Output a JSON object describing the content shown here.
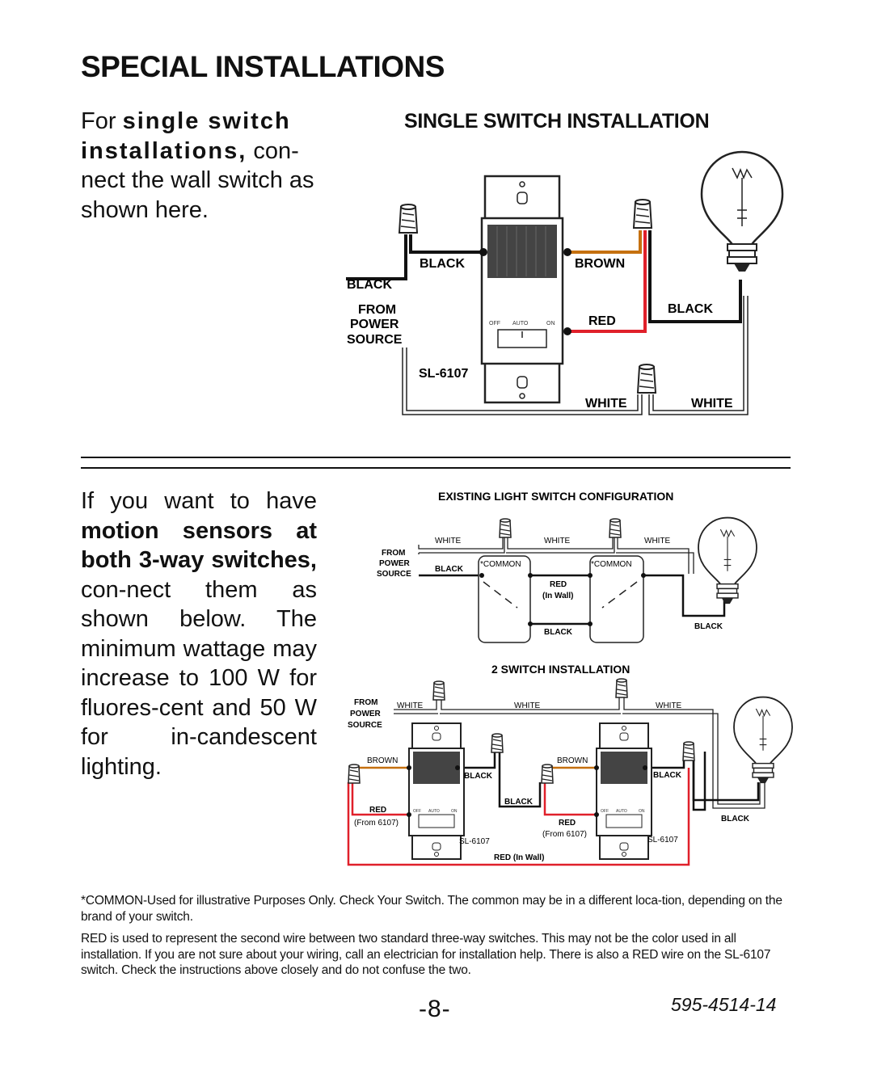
{
  "page": {
    "title": "SPECIAL INSTALLATIONS",
    "intro_single": {
      "pre": "For ",
      "bold": "single switch installations,",
      "post": " con-nect the wall switch as shown here."
    },
    "intro_three_way": {
      "pre": "If you want to have ",
      "bold": "motion sensors at both 3-way switches,",
      "post": " con-nect them as shown below. The minimum wattage may increase to 100 W for fluores-cent and 50 W for in-candescent lighting."
    },
    "note_common": "*COMMON-Used for illustrative Purposes Only. Check Your Switch. The common may be in a different loca-tion, depending on the brand of your switch.",
    "note_red": "RED is used to represent the second wire between two standard three-way switches. This may not be the color used in all installation. If you are not sure about your wiring, call an electrician for installation help. There is also a RED wire on the SL-6107 switch. Check the instructions above closely and do not confuse the two.",
    "page_number": "-8-",
    "doc_number": "595-4514-14"
  },
  "single_diagram": {
    "heading": "SINGLE SWITCH INSTALLATION",
    "black_top": "BLACK",
    "brown": "BROWN",
    "black_left": "BLACK",
    "from": "FROM",
    "power": "POWER",
    "source": "SOURCE",
    "red": "RED",
    "black_right": "BLACK",
    "model": "SL-6107",
    "white_1": "WHITE",
    "white_2": "WHITE",
    "switch_off": "OFF",
    "switch_auto": "AUTO",
    "switch_on": "ON"
  },
  "existing_diagram": {
    "heading": "EXISTING LIGHT SWITCH CONFIGURATION",
    "white_1": "WHITE",
    "white_2": "WHITE",
    "white_3": "WHITE",
    "from": "FROM",
    "power": "POWER",
    "source": "SOURCE",
    "black_in": "BLACK",
    "common_1": "*COMMON",
    "common_2": "*COMMON",
    "red": "RED",
    "in_wall": "(In Wall)",
    "black_mid": "BLACK",
    "black_lamp": "BLACK"
  },
  "two_switch_diagram": {
    "heading": "2 SWITCH INSTALLATION",
    "from": "FROM",
    "power": "POWER",
    "source": "SOURCE",
    "white_1": "WHITE",
    "white_2": "WHITE",
    "white_3": "WHITE",
    "brown_1": "BROWN",
    "brown_2": "BROWN",
    "black_1": "BLACK",
    "black_2": "BLACK",
    "black_3": "BLACK",
    "black_lamp": "BLACK",
    "red_1": "RED",
    "from6107_1": "(From 6107)",
    "red_2": "RED",
    "from6107_2": "(From 6107)",
    "model_1": "SL-6107",
    "model_2": "SL-6107",
    "red_in_wall": "RED (In Wall)",
    "switch_off": "OFF",
    "switch_auto": "AUTO",
    "switch_on": "ON"
  },
  "colors": {
    "wire_black": "#111111",
    "wire_red": "#e0202a",
    "wire_brown": "#c5700f",
    "wire_white": "#ffffff",
    "outline": "#222222"
  }
}
